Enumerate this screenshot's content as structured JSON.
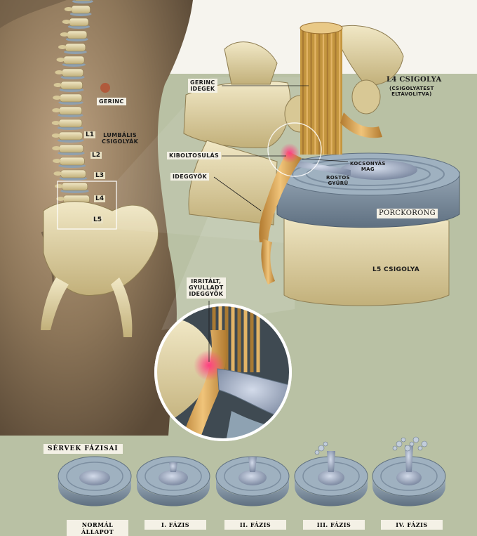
{
  "labels": {
    "gerinc": "GERINC",
    "lumbalis": "LUMBÁLIS\nCSIGOLYÁK",
    "gerinc_idegek": "GERINC\nIDEGEK",
    "l4_title": "L4 CSIGOLYA",
    "l4_sub": "(CSIGOLYATEST\nELTÁVOLÍTVA)",
    "kiboltosulas": "KIBOLTOSULÁS",
    "ideggyok": "IDEGGYÖK",
    "kocsonyas_mag": "KOCSONYÁS\nMAG",
    "rostos_gyuru": "ROSTOS\nGYŰRŰ",
    "porckorong": "PORCKORONG",
    "l5_csigolya": "L5 CSIGOLYA",
    "irritalt": "IRRITÁLT,\nGYULLADT\nIDEGGYÖK"
  },
  "vertebrae": [
    "L1",
    "L2",
    "L3",
    "L4",
    "L5"
  ],
  "phases": {
    "title": "SÉRVEK FÁZISAI",
    "items": [
      "NORMÁL ÁLLAPOT",
      "I. FÁZIS",
      "II. FÁZIS",
      "III. FÁZIS",
      "IV. FÁZIS"
    ]
  },
  "colors": {
    "background": "#b9c1a4",
    "skin": "#8a7458",
    "bone": "#e2d6a8",
    "disc": "#8ea2b2",
    "nucleus": "#a8b5c8",
    "nerve": "#d7a85c",
    "inflamed": "#ff4f88"
  }
}
